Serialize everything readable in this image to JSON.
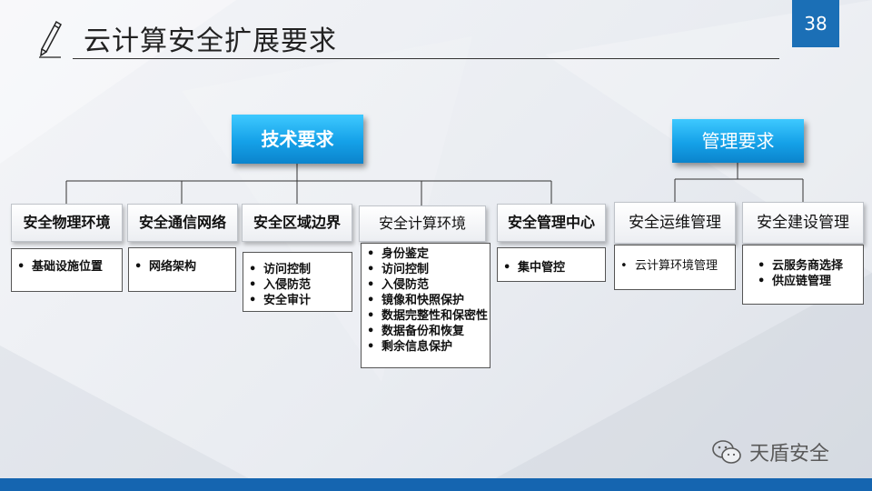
{
  "title": "云计算安全扩展要求",
  "page_number": "38",
  "categories": {
    "technical": "技术要求",
    "management": "管理要求"
  },
  "technical_items": [
    {
      "title": "安全物理环境",
      "details": [
        "基础设施位置"
      ]
    },
    {
      "title": "安全通信网络",
      "details": [
        "网络架构"
      ]
    },
    {
      "title": "安全区域边界",
      "details": [
        "访问控制",
        "入侵防范",
        "安全审计"
      ]
    },
    {
      "title": "安全计算环境",
      "details": [
        "身份鉴定",
        "访问控制",
        "入侵防范",
        "镜像和快照保护",
        "数据完整性和保密性",
        "数据备份和恢复",
        "剩余信息保护"
      ]
    },
    {
      "title": "安全管理中心",
      "details": [
        "集中管控"
      ]
    }
  ],
  "management_items": [
    {
      "title": "安全运维管理",
      "details": [
        "云计算环境管理"
      ]
    },
    {
      "title": "安全建设管理",
      "details": [
        "云服务商选择",
        "供应链管理"
      ]
    }
  ],
  "watermark": {
    "text": "天盾安全",
    "icon": "wechat-icon"
  },
  "colors": {
    "accent": "#1b6fb6",
    "category_blue": "#15a1e8",
    "footer": "#1565b0"
  }
}
